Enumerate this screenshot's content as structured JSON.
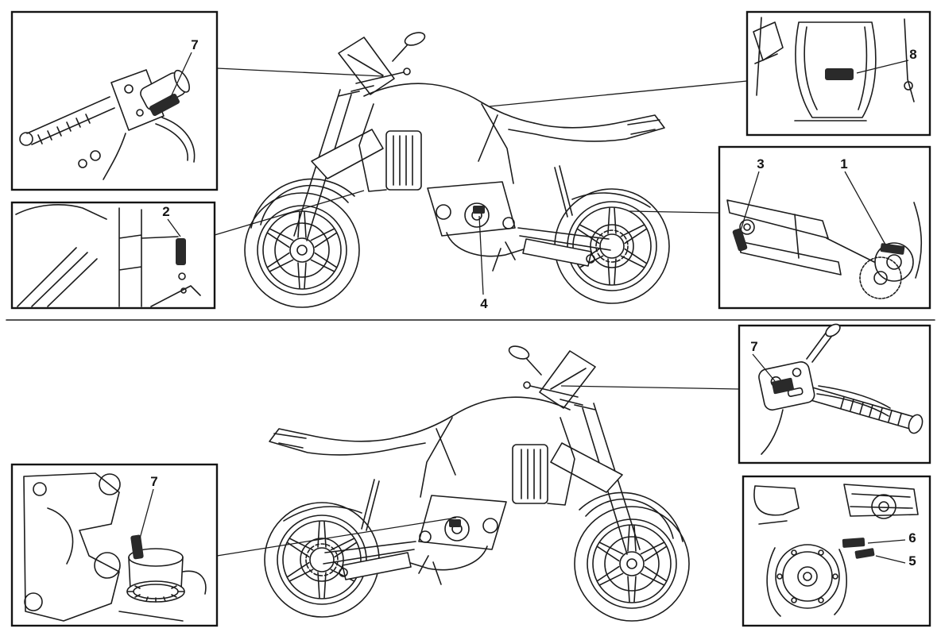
{
  "page": {
    "background": "#ffffff",
    "line_color": "#1c1c1c",
    "label_patch_color": "#2a2a2a"
  },
  "figure": {
    "part_labels": [
      "1",
      "2",
      "3",
      "4",
      "5",
      "6",
      "7",
      "8"
    ]
  },
  "callouts": {
    "front_brake_master": {
      "label": "7"
    },
    "left_frame": {
      "label": "2"
    },
    "tail_section": {
      "label": "8"
    },
    "swingarm_left": {
      "label": "3"
    },
    "swingarm_right": {
      "label": "1"
    },
    "engine_bottom": {
      "label": "4"
    },
    "left_switchgear": {
      "label": "7"
    },
    "rear_brake_reservoir": {
      "label": "7"
    },
    "tank_area_upper": {
      "label": "6"
    },
    "tank_area_lower": {
      "label": "5"
    }
  }
}
